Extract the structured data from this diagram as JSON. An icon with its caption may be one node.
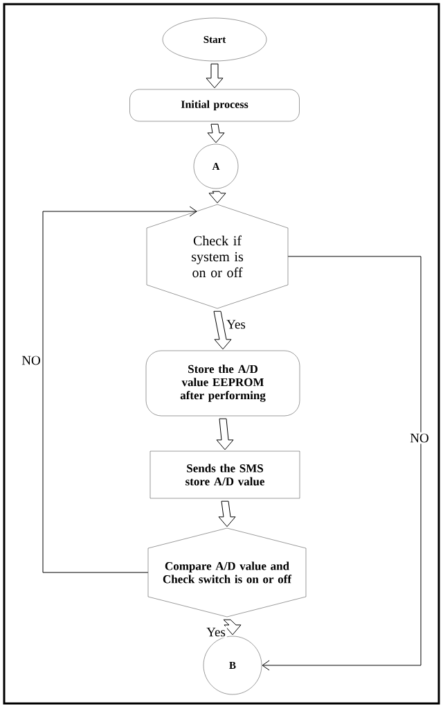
{
  "diagram": {
    "nodes": [
      {
        "text": [
          "Start"
        ]
      },
      {
        "text": [
          "Initial process"
        ]
      },
      {
        "text": [
          "A"
        ]
      },
      {
        "text": [
          "Check if system is on or off"
        ]
      },
      {
        "text": [
          "Store the A/D value EEPROM after performing"
        ]
      },
      {
        "text": [
          "Sends the SMS store A/D value"
        ]
      },
      {
        "text": [
          "Compare A/D value and Check switch is on or off"
        ]
      },
      {
        "text": [
          "B"
        ]
      }
    ],
    "edges": [
      {
        "from": 0,
        "to": 1,
        "arrow": "to"
      },
      {
        "from": 1,
        "to": 2,
        "arrow": "to"
      },
      {
        "from": 2,
        "to": 3,
        "arrow": "to"
      },
      {
        "from": 3,
        "to": 4,
        "arrow": "to",
        "label": "Yes"
      },
      {
        "from": 4,
        "to": 5,
        "arrow": "to"
      },
      {
        "from": 5,
        "to": 6,
        "arrow": "to"
      },
      {
        "from": 6,
        "to": 7,
        "arrow": "to",
        "label": "Yes"
      },
      {
        "from": 6,
        "to": 3,
        "arrow": "to",
        "label": "NO"
      },
      {
        "from": 3,
        "to": 7,
        "arrow": "to",
        "label": "NO"
      }
    ]
  }
}
